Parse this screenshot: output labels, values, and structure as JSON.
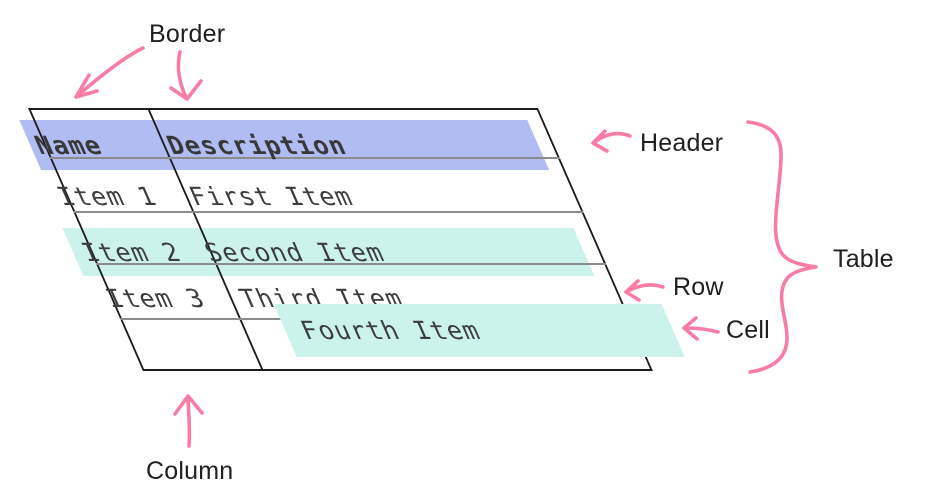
{
  "diagram": {
    "title_hint": "table anatomy diagram",
    "labels": {
      "border": "Border",
      "header": "Header",
      "table": "Table",
      "row": "Row",
      "cell": "Cell",
      "column": "Column"
    },
    "table": {
      "columns": [
        "Name",
        "Description"
      ],
      "rows": [
        [
          "Item 1",
          "First Item"
        ],
        [
          "Item 2",
          "Second Item"
        ],
        [
          "Item 3",
          "Third Item"
        ],
        [
          "",
          "Fourth Item"
        ]
      ]
    },
    "colors": {
      "annotation_pink": "#f77ca8",
      "header_highlight": "#b1bcf3",
      "row_highlight": "#cbf3ec",
      "cell_highlight": "#cbf3ec",
      "table_border": "#1c1c1c",
      "inner_line_gray": "#8b8b8b",
      "cell_text": "#3d3d3d",
      "label_text": "#202020"
    }
  }
}
